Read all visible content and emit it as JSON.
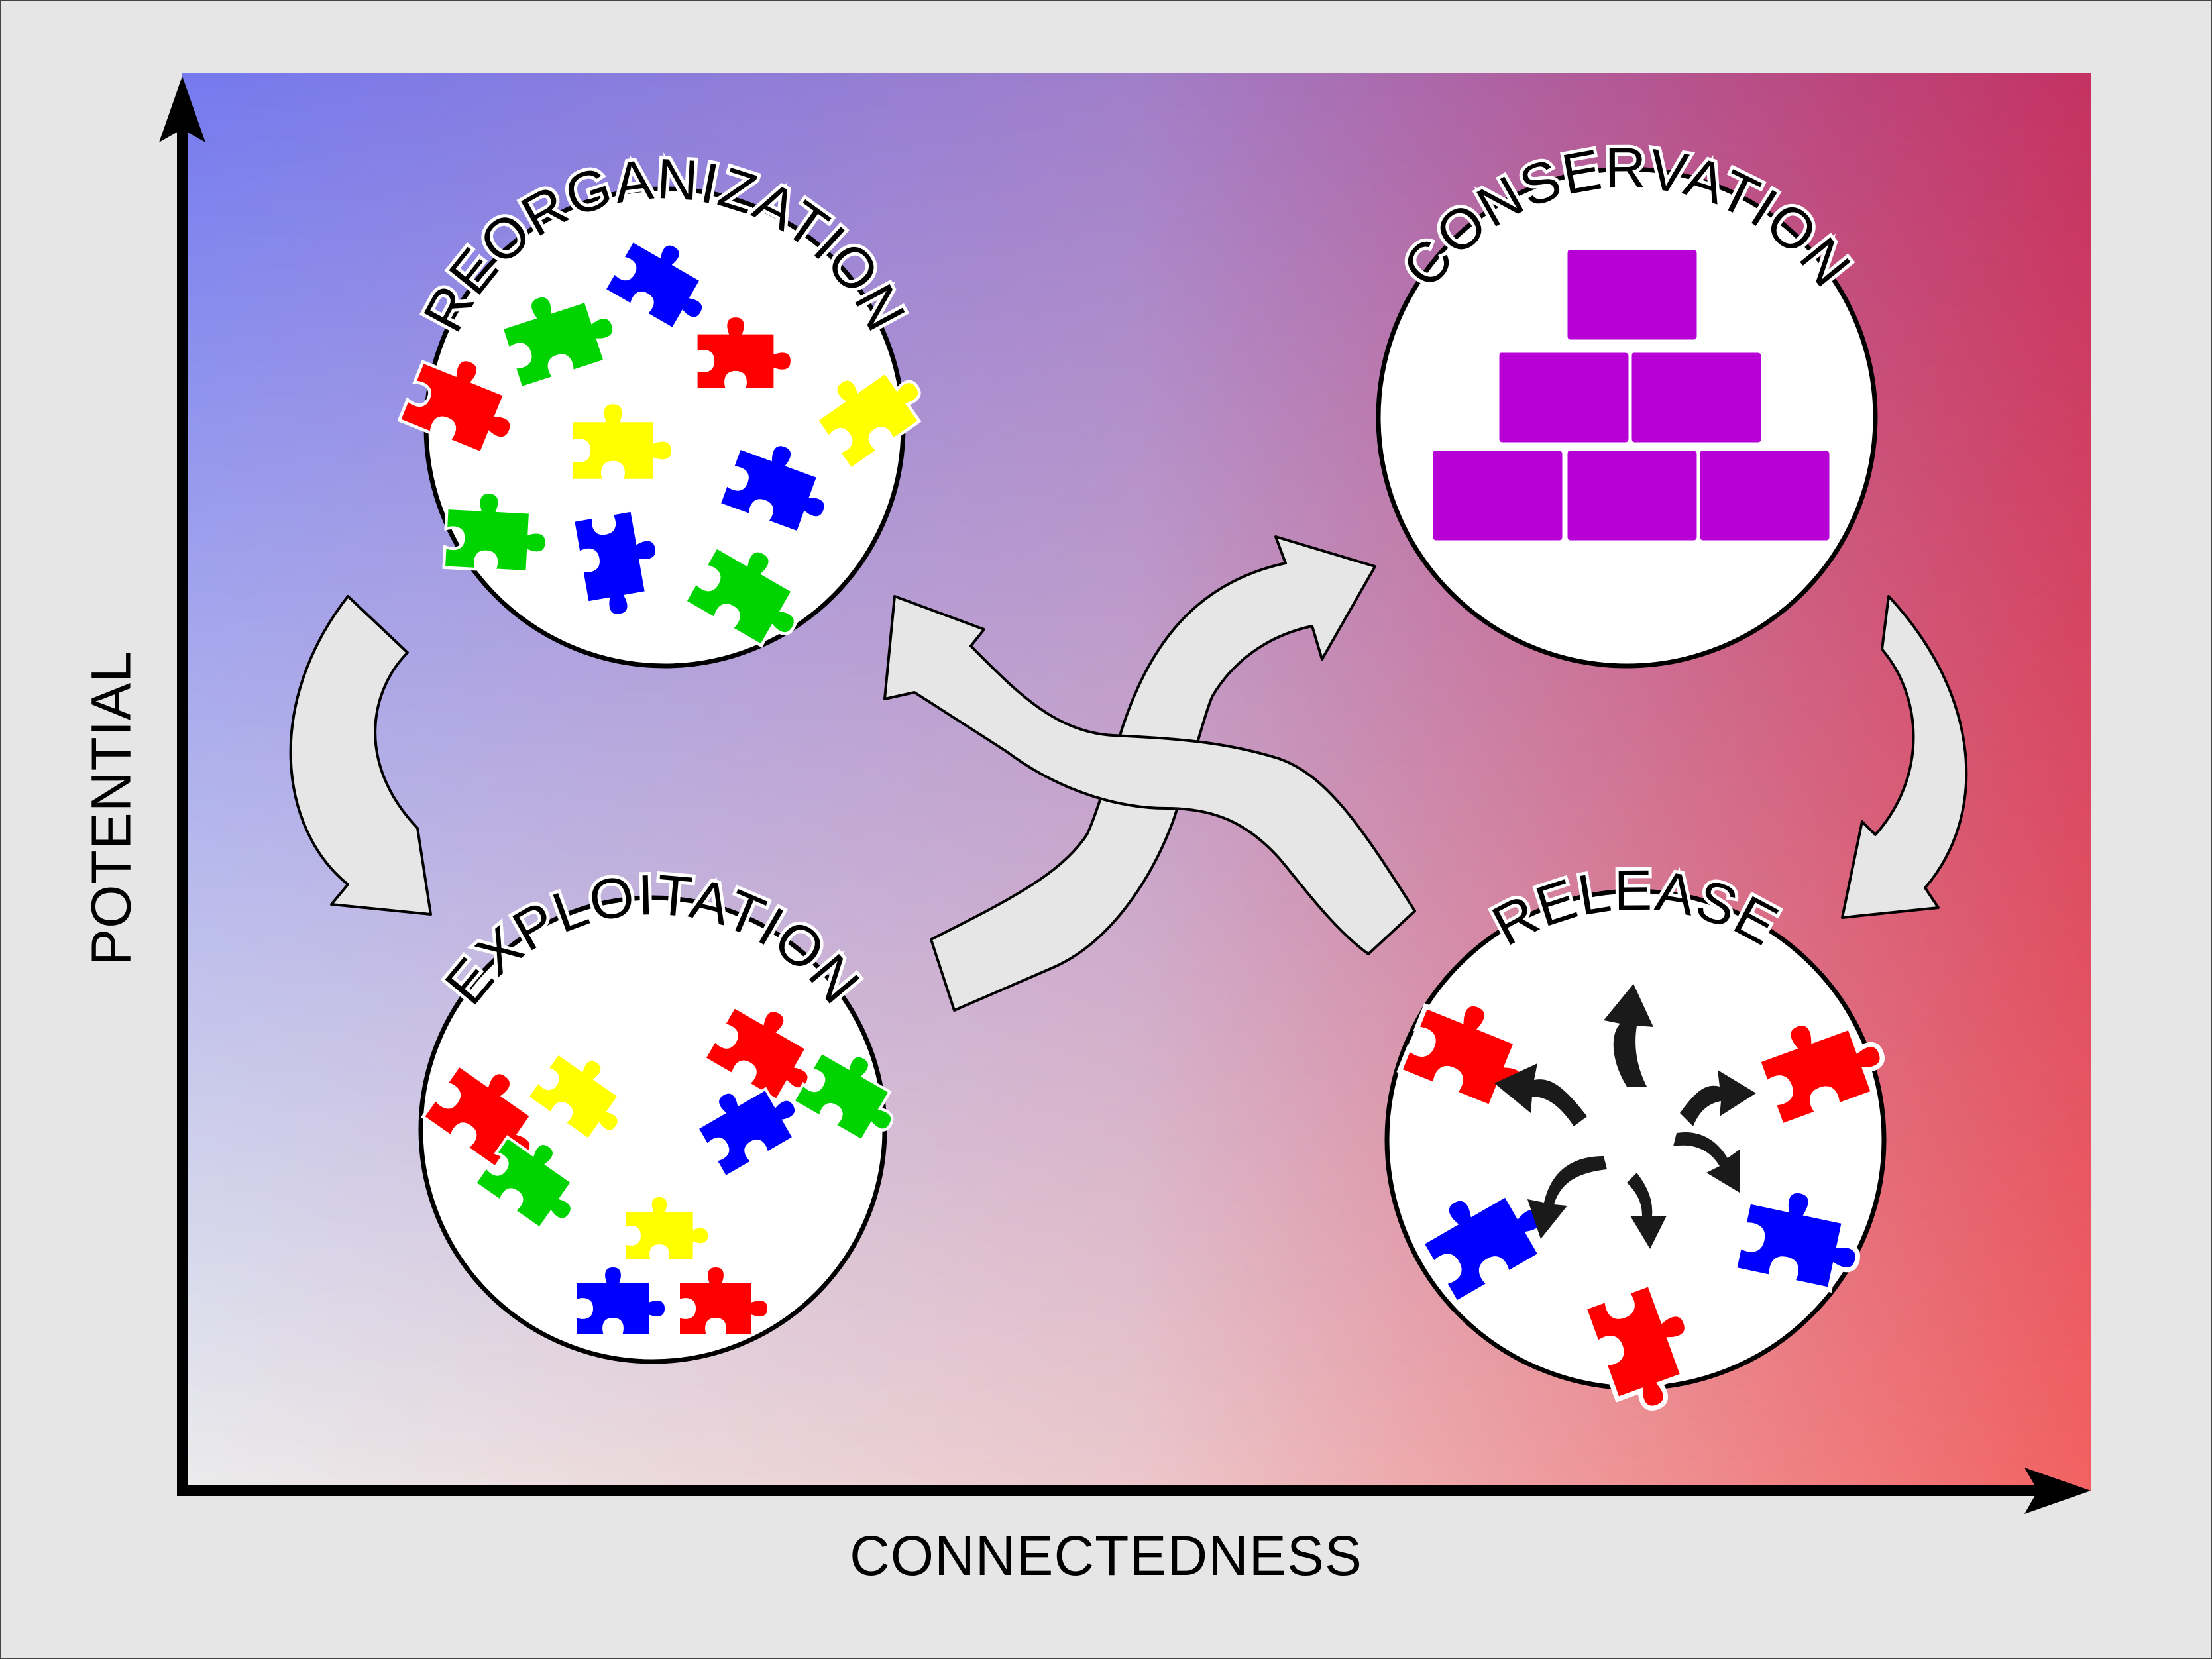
{
  "axes": {
    "x_label": "CONNECTEDNESS",
    "y_label": "POTENTIAL"
  },
  "colors": {
    "gradient_top_left": "#7479ee",
    "gradient_top_right": "#c43262",
    "gradient_bottom_left": "#ececec",
    "gradient_bottom_right": "#f26262",
    "piece_red": "#ff0000",
    "piece_green": "#00d400",
    "piece_blue": "#0000ff",
    "piece_yellow": "#ffff00",
    "piece_purple": "#b600d6",
    "arrow_fill": "#e6e6e6",
    "small_arrow": "#1a1a1a"
  },
  "stages": {
    "reorganization": {
      "label": "REORGANIZATION",
      "icon": "scattered-puzzle-pieces-icon"
    },
    "conservation": {
      "label": "CONSERVATION",
      "icon": "stacked-puzzle-pyramid-icon"
    },
    "exploitation": {
      "label": "EXPLOITATION",
      "icon": "partially-joined-puzzle-pieces-icon"
    },
    "release": {
      "label": "RELEASE",
      "icon": "exploding-puzzle-pieces-icon"
    }
  }
}
